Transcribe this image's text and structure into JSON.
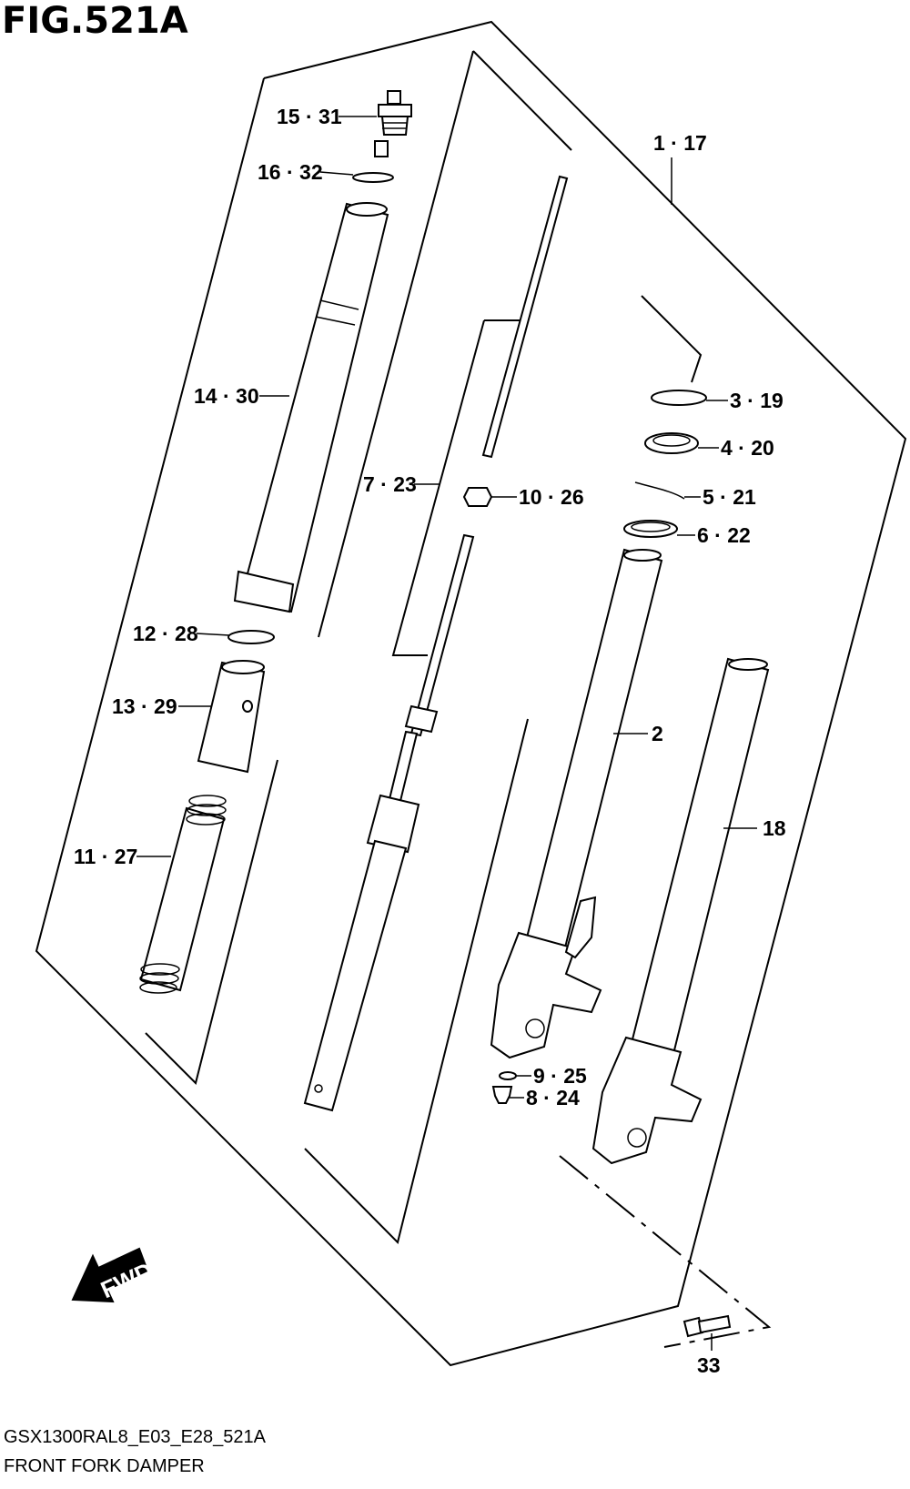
{
  "figure_title": "FIG.521A",
  "model_code": "GSX1300RAL8_E03_E28_521A",
  "section_name": "FRONT FORK DAMPER",
  "fwd_label": "FWD",
  "callouts": [
    {
      "id": "c-15-31",
      "text": "15 · 31"
    },
    {
      "id": "c-16-32",
      "text": "16 · 32"
    },
    {
      "id": "c-14-30",
      "text": "14 · 30"
    },
    {
      "id": "c-12-28",
      "text": "12 · 28"
    },
    {
      "id": "c-13-29",
      "text": "13 · 29"
    },
    {
      "id": "c-11-27",
      "text": "11 · 27"
    },
    {
      "id": "c-7-23",
      "text": "7 · 23"
    },
    {
      "id": "c-10-26",
      "text": "10 · 26"
    },
    {
      "id": "c-1-17",
      "text": "1 · 17"
    },
    {
      "id": "c-3-19",
      "text": "3 · 19"
    },
    {
      "id": "c-4-20",
      "text": "4 · 20"
    },
    {
      "id": "c-5-21",
      "text": "5 · 21"
    },
    {
      "id": "c-6-22",
      "text": "6 · 22"
    },
    {
      "id": "c-2",
      "text": "2"
    },
    {
      "id": "c-18",
      "text": "18"
    },
    {
      "id": "c-9-25",
      "text": "9 · 25"
    },
    {
      "id": "c-8-24",
      "text": "8 · 24"
    },
    {
      "id": "c-33",
      "text": "33"
    }
  ]
}
